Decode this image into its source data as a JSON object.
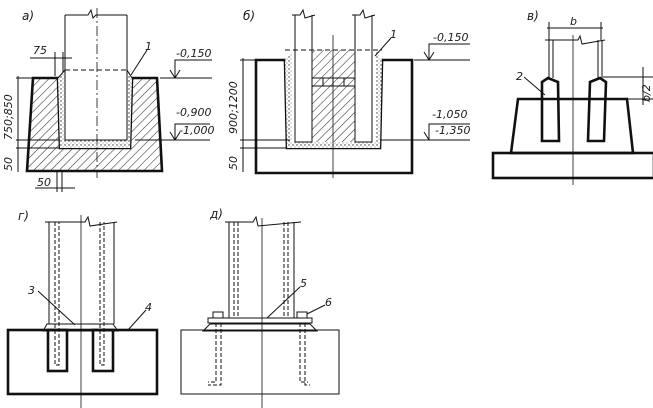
{
  "figure": {
    "panels": [
      {
        "label": "а)",
        "callouts": [
          "1"
        ],
        "dimensions": [
          "75",
          "750;850",
          "50",
          "50"
        ],
        "elevations": [
          "-0,150",
          "-0,900",
          "-1,000"
        ]
      },
      {
        "label": "б)",
        "callouts": [
          "1"
        ],
        "dimensions": [
          "900;1200",
          "50"
        ],
        "elevations": [
          "-0,150",
          "-1,050",
          "-1,350"
        ]
      },
      {
        "label": "в)",
        "callouts": [
          "2"
        ],
        "dimensions": [
          "b",
          "b/2"
        ]
      },
      {
        "label": "г)",
        "callouts": [
          "3",
          "4"
        ]
      },
      {
        "label": "д)",
        "callouts": [
          "5",
          "6"
        ]
      }
    ]
  }
}
